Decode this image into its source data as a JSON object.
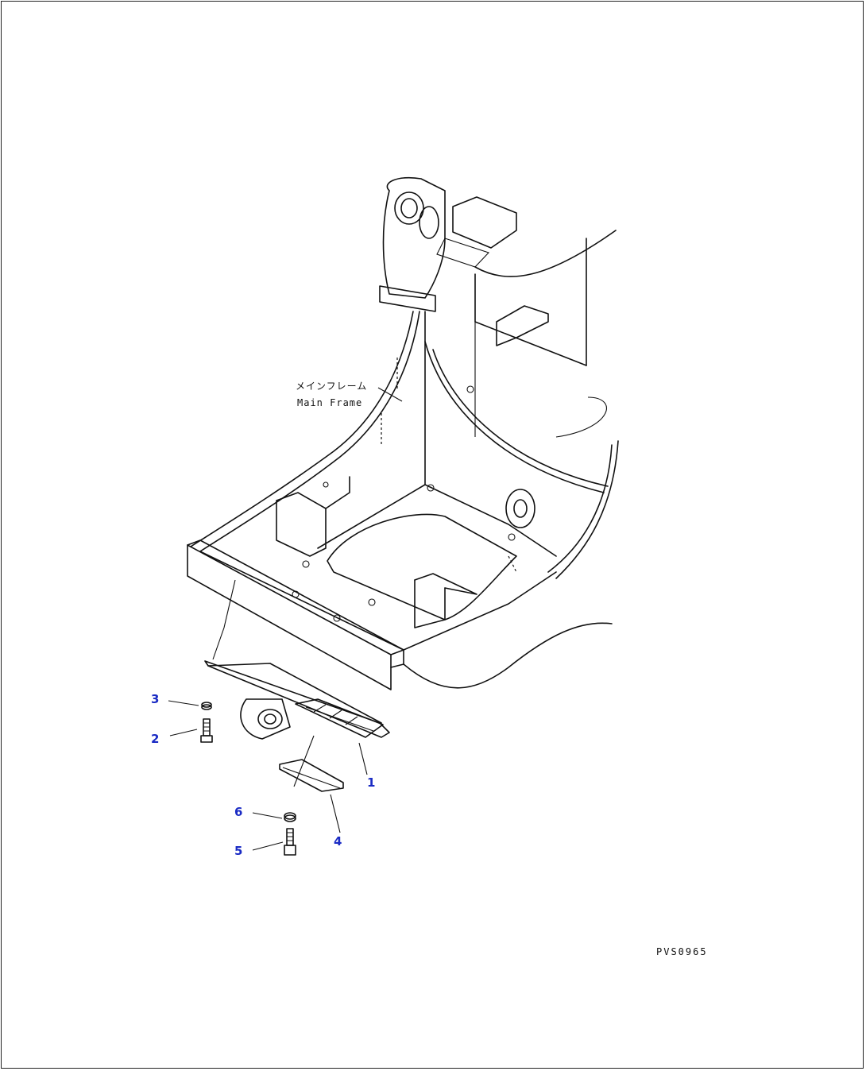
{
  "callouts": [
    {
      "id": "1",
      "label": "1"
    },
    {
      "id": "2",
      "label": "2"
    },
    {
      "id": "3",
      "label": "3"
    },
    {
      "id": "4",
      "label": "4"
    },
    {
      "id": "5",
      "label": "5"
    },
    {
      "id": "6",
      "label": "6"
    }
  ],
  "frame_label": {
    "japanese": "メインフレーム",
    "english": "Main Frame"
  },
  "drawing_code": "PVS0965",
  "colors": {
    "callout": "#1a2bc4",
    "line": "#111111"
  }
}
